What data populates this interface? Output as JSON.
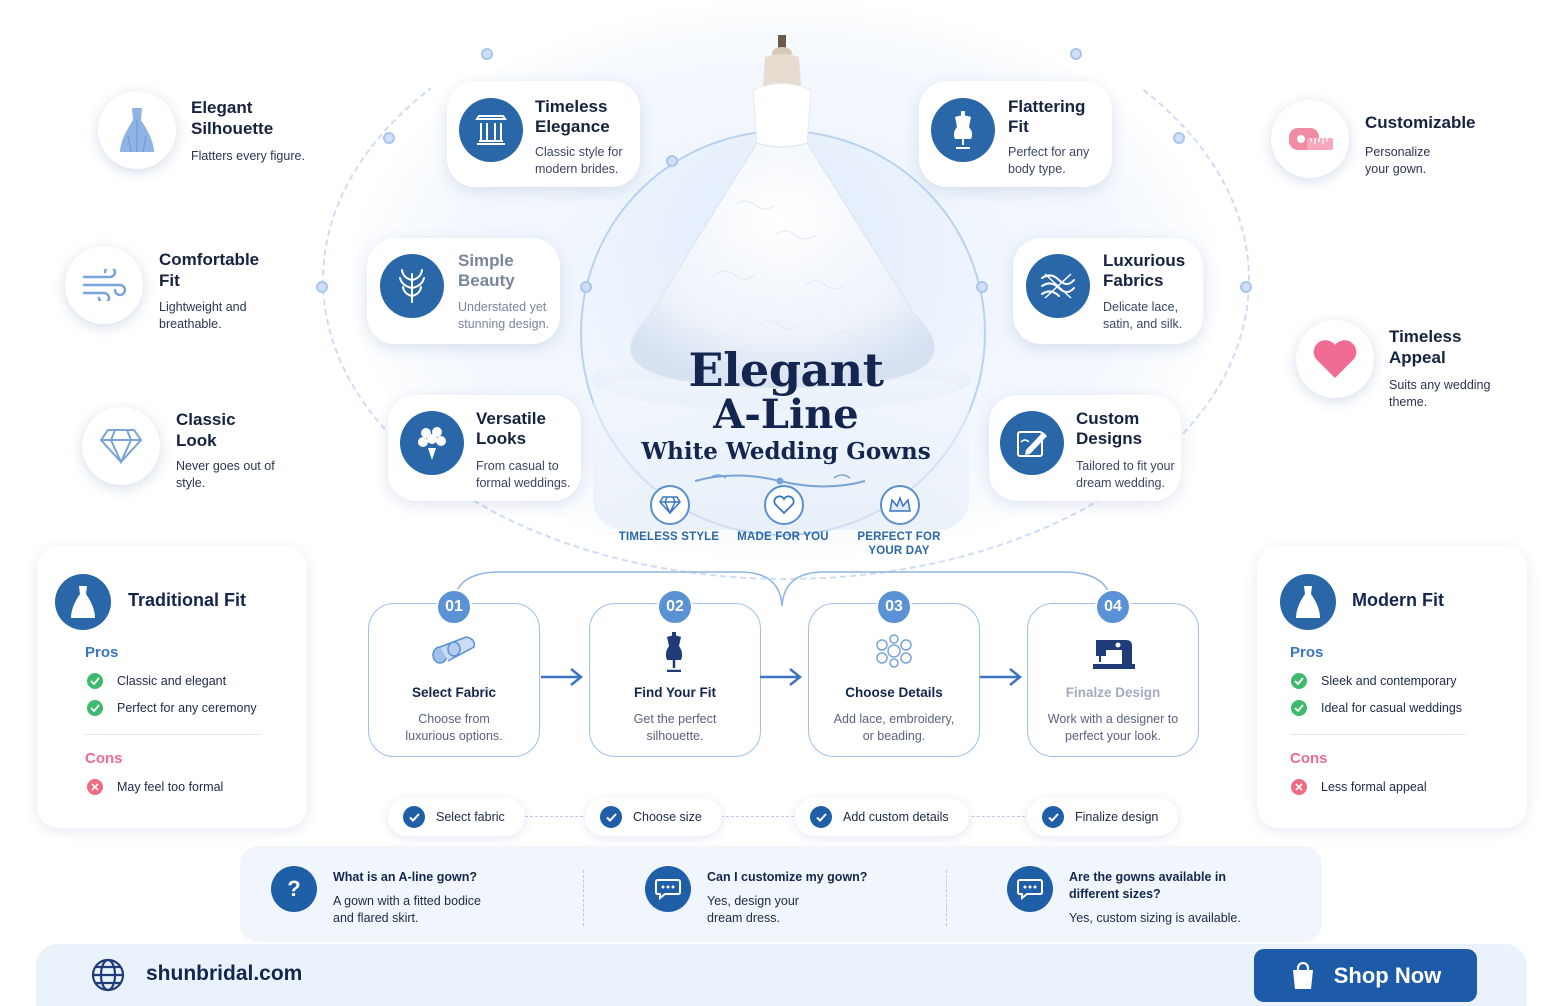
{
  "title": {
    "line1": "Elegant",
    "line2": "A-Line",
    "line3": "White Wedding Gowns"
  },
  "badges": [
    {
      "label": "TIMELESS STYLE",
      "icon": "diamond-icon"
    },
    {
      "label": "MADE FOR YOU",
      "icon": "heart-icon"
    },
    {
      "label": "PERFECT FOR YOUR DAY",
      "icon": "crown-icon"
    }
  ],
  "side_features": [
    {
      "title": "Elegant Silhouette",
      "desc": "Flatters every figure.",
      "icon": "dress-icon"
    },
    {
      "title": "Comfortable Fit",
      "desc": "Lightweight and breathable.",
      "icon": "wind-icon"
    },
    {
      "title": "Classic Look",
      "desc": "Never goes out of style.",
      "icon": "diamond-icon"
    },
    {
      "title": "Customizable",
      "desc": "Personalize your gown.",
      "icon": "measuring-tape-icon"
    },
    {
      "title": "Timeless Appeal",
      "desc": "Suits any wedding theme.",
      "icon": "heart-icon"
    }
  ],
  "inner_features": [
    {
      "title": "Timeless Elegance",
      "desc": "Classic style for modern brides.",
      "icon": "column-icon"
    },
    {
      "title": "Simple Beauty",
      "desc": "Understated yet stunning design.",
      "icon": "leaf-icon"
    },
    {
      "title": "Versatile Looks",
      "desc": "From casual to formal weddings.",
      "icon": "bouquet-icon"
    },
    {
      "title": "Flattering Fit",
      "desc": "Perfect for any body type.",
      "icon": "mannequin-icon"
    },
    {
      "title": "Luxurious Fabrics",
      "desc": "Delicate lace, satin, and silk.",
      "icon": "fabric-icon"
    },
    {
      "title": "Custom Designs",
      "desc": "Tailored to fit your dream wedding.",
      "icon": "design-icon"
    }
  ],
  "traditional_fit": {
    "title": "Traditional Fit",
    "pros_label": "Pros",
    "pros": [
      "Classic and elegant",
      "Perfect for any ceremony"
    ],
    "cons_label": "Cons",
    "cons": [
      "May feel too formal"
    ]
  },
  "modern_fit": {
    "title": "Modern Fit",
    "pros_label": "Pros",
    "pros": [
      "Sleek and contemporary",
      "Ideal for casual weddings"
    ],
    "cons_label": "Cons",
    "cons": [
      "Less formal appeal"
    ]
  },
  "steps": [
    {
      "num": "01",
      "title": "Select Fabric",
      "desc": "Choose from luxurious options.",
      "icon": "fabric-roll-icon"
    },
    {
      "num": "02",
      "title": "Find Your Fit",
      "desc": "Get the perfect silhouette.",
      "icon": "dress-form-icon"
    },
    {
      "num": "03",
      "title": "Choose Details",
      "desc": "Add lace, embroidery, or beading.",
      "icon": "lace-icon"
    },
    {
      "num": "04",
      "title": "Finalze Design",
      "desc": "Work with a designer to perfect your look.",
      "icon": "sewing-machine-icon"
    }
  ],
  "checklist": [
    "Select fabric",
    "Choose size",
    "Add custom details",
    "Finalize design"
  ],
  "faq": [
    {
      "q": "What is an A-line gown?",
      "a": "A gown with a fitted bodice and flared skirt.",
      "icon": "question-icon"
    },
    {
      "q": "Can I customize my gown?",
      "a": "Yes, design your dream dress.",
      "icon": "chat-icon"
    },
    {
      "q": "Are the gowns available in different sizes?",
      "a": "Yes, custom sizing is available.",
      "icon": "chat-icon"
    }
  ],
  "footer": {
    "site": "shunbridal.com",
    "cta": "Shop Now"
  },
  "colors": {
    "primary": "#1d5aa8",
    "accent": "#5b92d6",
    "navy": "#14264f",
    "pink": "#ec6d8e",
    "green": "#3dba6e"
  }
}
